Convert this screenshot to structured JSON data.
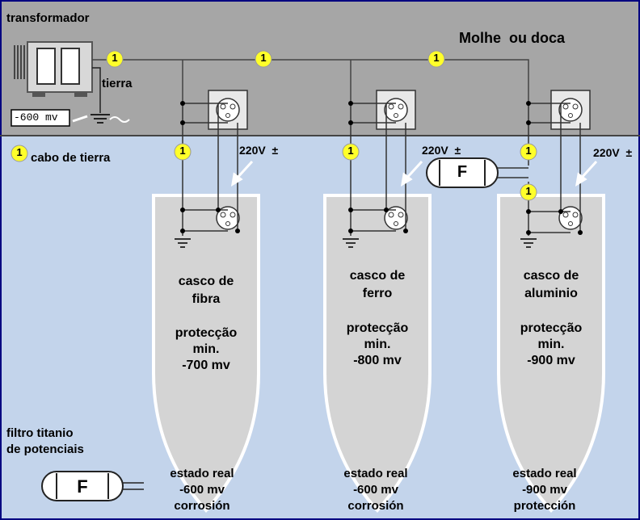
{
  "dock": {
    "transformer_label": "transformador",
    "dock_label": "Molhe  ou doca",
    "earth_label": "tierra",
    "meter_reading": "-600 mv"
  },
  "legend": {
    "marker_number": "1",
    "ground_cable_label": "cabo de tierra"
  },
  "voltage_label": "220V  ±",
  "filter": {
    "symbol": "F",
    "caption_line1": "filtro titanio",
    "caption_line2": "de potenciais"
  },
  "hulls": [
    {
      "name_line1": "casco de",
      "name_line2": "fibra",
      "protection_line1": "protecção",
      "protection_line2": "min.",
      "protection_value": "-700 mv",
      "state_line1": "estado real",
      "state_value": "-600 mv",
      "state_result": "corrosión"
    },
    {
      "name_line1": "casco de",
      "name_line2": "ferro",
      "protection_line1": "protecção",
      "protection_line2": "min.",
      "protection_value": "-800 mv",
      "state_line1": "estado real",
      "state_value": "-600 mv",
      "state_result": "corrosión"
    },
    {
      "name_line1": "casco de",
      "name_line2": "aluminio",
      "protection_line1": "protecção",
      "protection_line2": "min.",
      "protection_value": "-900 mv",
      "state_line1": "estado real",
      "state_value": "-900 mv",
      "state_result": "protección"
    }
  ],
  "colors": {
    "dock": "#a6a6a6",
    "water": "#c3d4eb",
    "hull": "#d4d4d4",
    "marker": "#ffff2a",
    "border": "#000080"
  }
}
